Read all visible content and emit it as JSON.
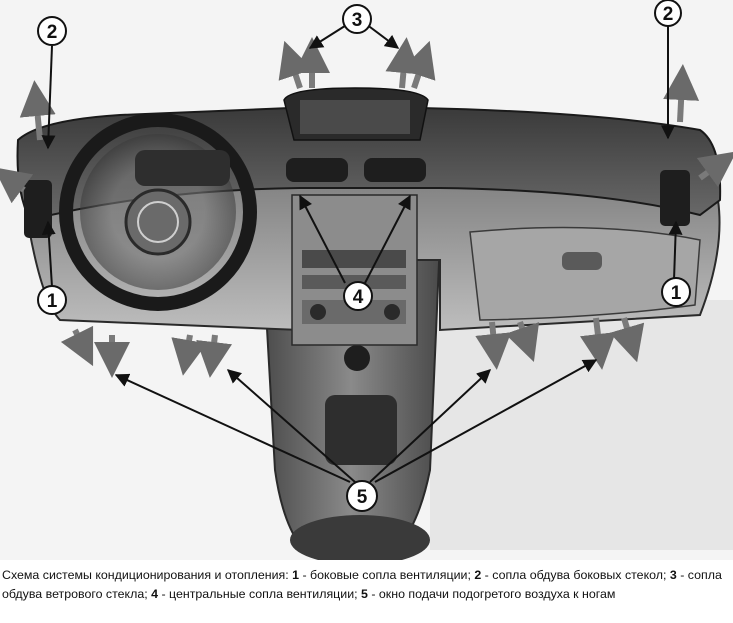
{
  "figure": {
    "callouts": [
      "1",
      "1",
      "2",
      "2",
      "3",
      "4",
      "5"
    ]
  },
  "caption": {
    "p1": "Схема системы кондиционирования и отопления: ",
    "n1": "1",
    "t1": " - боковые сопла вентиляции; ",
    "n2": "2",
    "t2": " - сопла обдува боковых стекол; ",
    "n3": "3",
    "t3": " - сопла обдува ветрового стекла; ",
    "n4": "4",
    "t4": " - центральные сопла вентиляции; ",
    "n5": "5",
    "t5": " - окно подачи подогретого воздуха к ногам"
  },
  "colors": {
    "ink": "#111111",
    "paper": "#ffffff",
    "dash_dark": "#2e2e2e",
    "dash_mid": "#5a5a5a",
    "dash_light": "#9a9a9a"
  }
}
